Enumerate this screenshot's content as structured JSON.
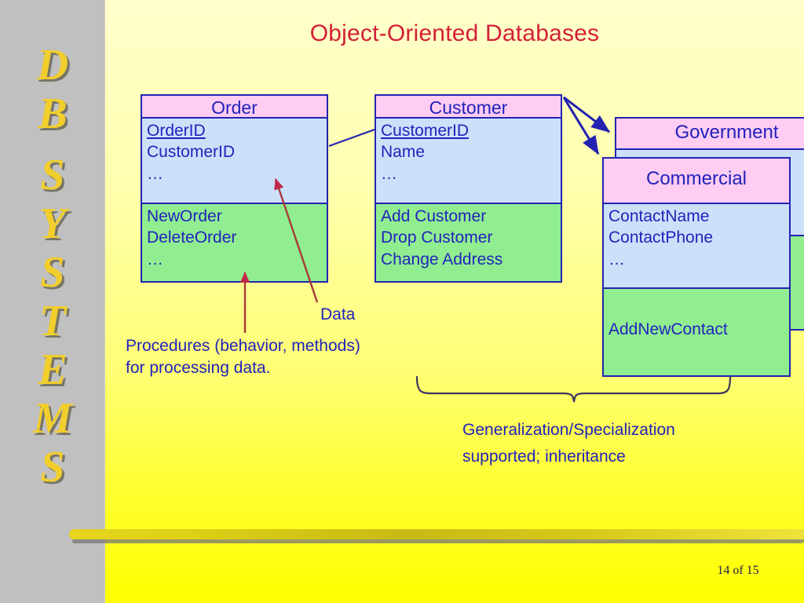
{
  "slide": {
    "title": "Object-Oriented Databases",
    "title_color": "#d42038",
    "background_top": "#ffffcc",
    "background_bottom": "#ffff00",
    "footer_page": "14 of 15"
  },
  "sidebar": {
    "background_color": "#c0c0c0",
    "text_color": "#f2ce2c",
    "letters": [
      "D",
      "B",
      "S",
      "Y",
      "S",
      "T",
      "E",
      "M",
      "S"
    ],
    "label": "DB SYSTEMS"
  },
  "classes": [
    {
      "id": "order",
      "name": "Order",
      "attributes": [
        "OrderID",
        "CustomerID",
        "…"
      ],
      "primary_key": "OrderID",
      "operations": [
        "NewOrder",
        "DeleteOrder",
        "…"
      ]
    },
    {
      "id": "customer",
      "name": "Customer",
      "attributes": [
        "CustomerID",
        "Name",
        "…"
      ],
      "primary_key": "CustomerID",
      "operations": [
        "Add Customer",
        "Drop Customer",
        "Change Address"
      ]
    },
    {
      "id": "government",
      "name": "Government",
      "attributes": [],
      "primary_key": "",
      "operations": []
    },
    {
      "id": "commercial",
      "name": "Commercial",
      "attributes": [
        "ContactName",
        "ContactPhone",
        "…"
      ],
      "primary_key": "",
      "operations": [
        "AddNewContact"
      ]
    }
  ],
  "annotations": {
    "data_label": "Data",
    "procedures_label": "Procedures (behavior, methods) for processing data.",
    "genspec_line1": "Generalization/Specialization",
    "genspec_line2": "supported; inheritance"
  },
  "colors": {
    "header_fill": "#ffccf2",
    "attributes_fill": "#cce0fa",
    "operations_fill": "#90ee90",
    "box_border": "#2323b0",
    "text_blue": "#2222bb",
    "arrow_red": "#b03030",
    "gold_bar": "#d8c81c"
  }
}
